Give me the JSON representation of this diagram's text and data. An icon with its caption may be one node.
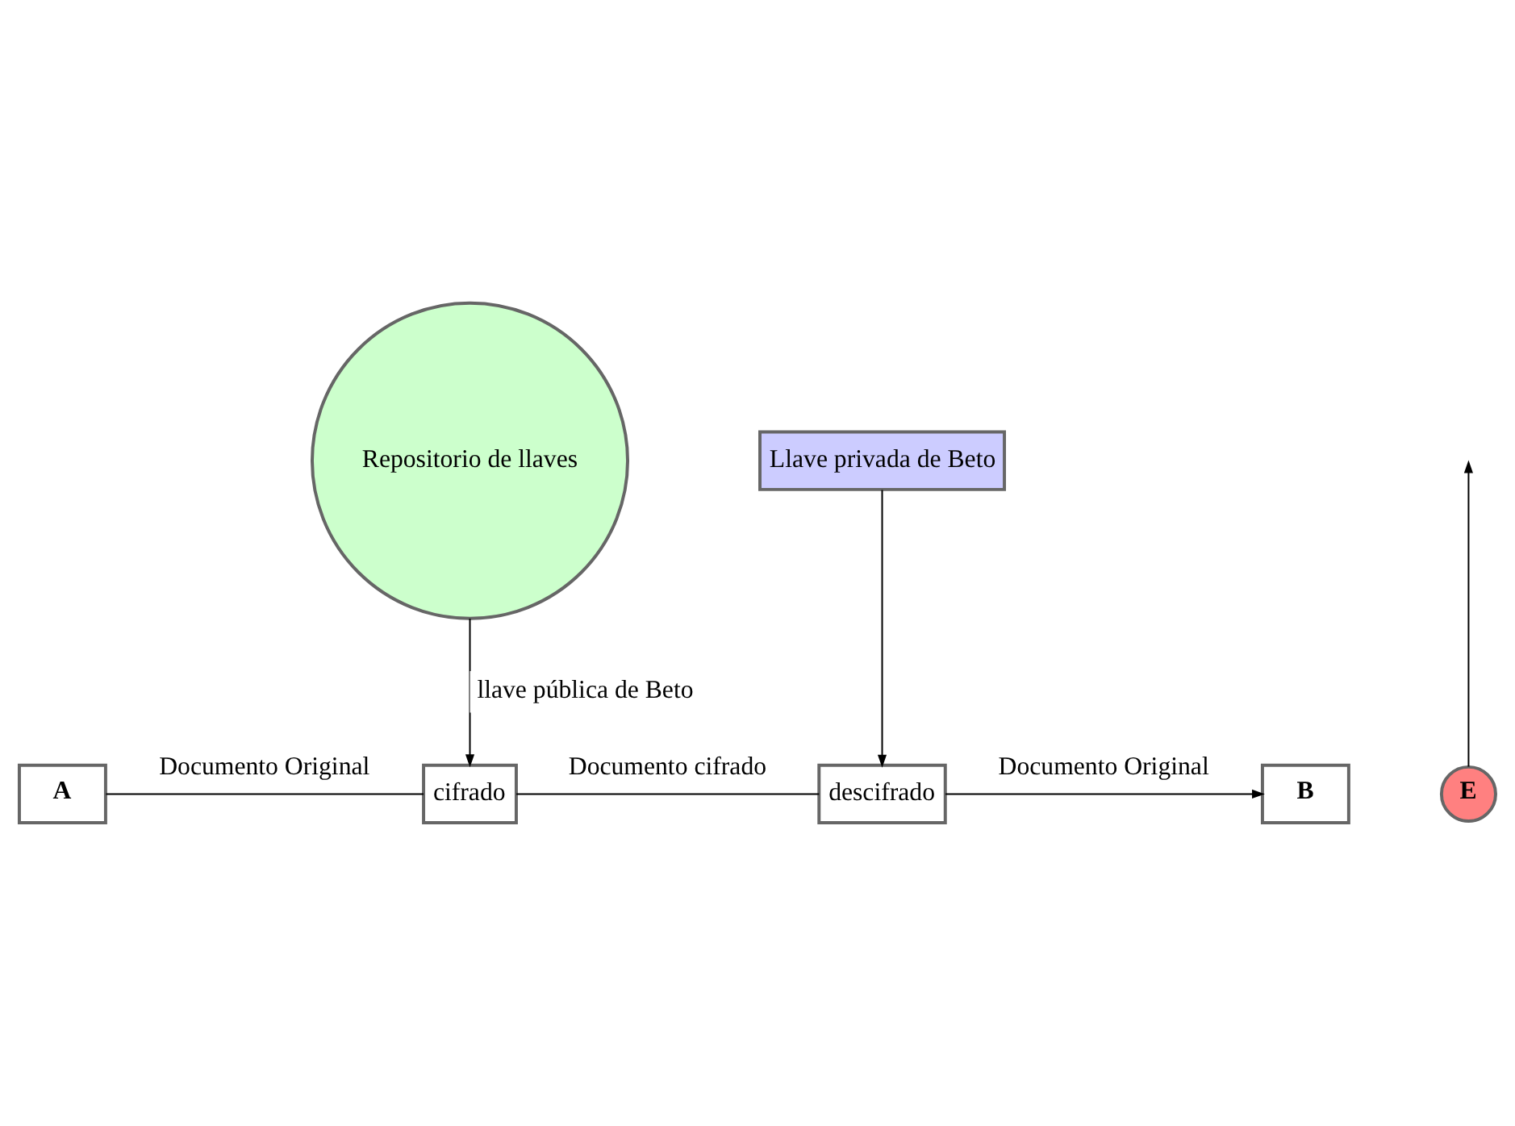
{
  "diagram": {
    "nodes": [
      {
        "text": [
          "Repositorio de llaves"
        ]
      },
      {
        "text": [
          "Llave privada de Beto"
        ]
      },
      {
        "text": [
          "A"
        ]
      },
      {
        "text": [
          "cifrado"
        ]
      },
      {
        "text": [
          "descifrado"
        ]
      },
      {
        "text": [
          "B"
        ]
      },
      {
        "text": [
          "E"
        ]
      }
    ],
    "edges": [
      {
        "from": 0,
        "to": 3,
        "arrow": "to",
        "label": "llave pública de Beto"
      },
      {
        "from": 1,
        "to": 4,
        "arrow": "to"
      },
      {
        "from": 2,
        "to": 3,
        "arrow": "none",
        "label": "Documento Original"
      },
      {
        "from": 3,
        "to": 4,
        "arrow": "none",
        "label": "Documento cifrado"
      },
      {
        "from": 4,
        "to": 5,
        "arrow": "to",
        "label": "Documento Original"
      },
      {
        "from": 6,
        "to": null,
        "arrow": "to"
      }
    ]
  }
}
